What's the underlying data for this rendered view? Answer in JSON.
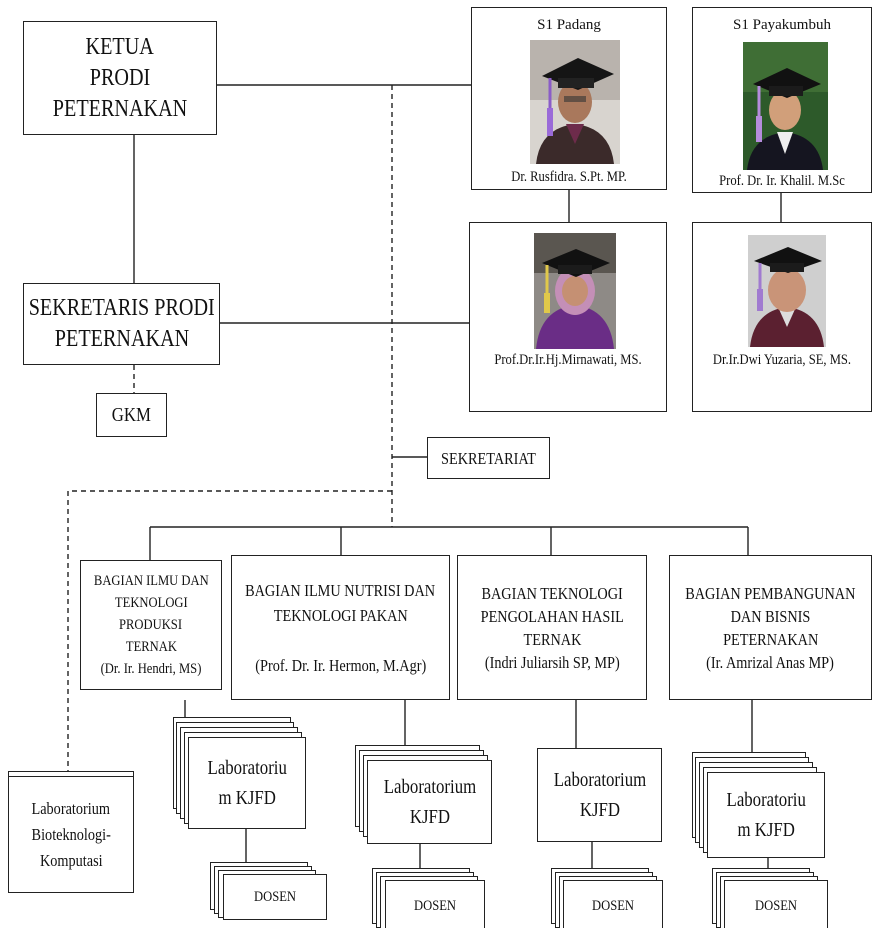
{
  "ketua": {
    "lines": [
      "KETUA",
      "PRODI",
      "PETERNAKAN"
    ]
  },
  "sekretaris": {
    "lines": [
      "SEKRETARIS PRODI",
      "PETERNAKAN"
    ]
  },
  "gkm": {
    "label": "GKM"
  },
  "sekretariat": {
    "label": "SEKRETARIAT"
  },
  "people": [
    {
      "title": "S1 Padang",
      "name": "Dr. Rusfidra. S.Pt. MP."
    },
    {
      "title": "S1 Payakumbuh",
      "name": "Prof. Dr. Ir. Khalil. M.Sc"
    },
    {
      "title": "",
      "name": "Prof.Dr.Ir.Hj.Mirnawati, MS."
    },
    {
      "title": "",
      "name": "Dr.Ir.Dwi Yuzaria, SE, MS."
    }
  ],
  "divisions": [
    {
      "lines": [
        "BAGIAN ILMU DAN",
        "TEKNOLOGI",
        "PRODUKSI",
        "TERNAK",
        "(Dr. Ir. Hendri, MS)"
      ]
    },
    {
      "lines": [
        "BAGIAN ILMU NUTRISI DAN",
        "TEKNOLOGI PAKAN",
        "",
        "(Prof. Dr. Ir. Hermon, M.Agr)"
      ]
    },
    {
      "lines": [
        "BAGIAN TEKNOLOGI",
        "PENGOLAHAN HASIL",
        "TERNAK",
        "(Indri Juliarsih SP, MP)"
      ]
    },
    {
      "lines": [
        "BAGIAN PEMBANGUNAN",
        "DAN BISNIS",
        "PETERNAKAN",
        "(Ir. Amrizal Anas MP)"
      ]
    }
  ],
  "lab_bioteknologi": {
    "lines": [
      "Laboratorium",
      "Bioteknologi-",
      "Komputasi"
    ]
  },
  "labs": [
    {
      "lines": [
        "Laboratoriu",
        "m KJFD"
      ]
    },
    {
      "lines": [
        "Laboratorium",
        "KJFD"
      ]
    },
    {
      "lines": [
        "Laboratorium",
        "KJFD"
      ]
    },
    {
      "lines": [
        "Laboratoriu",
        "m KJFD"
      ]
    }
  ],
  "dosen": [
    {
      "label": "DOSEN"
    },
    {
      "label": "DOSEN"
    },
    {
      "label": "DOSEN"
    },
    {
      "label": "DOSEN"
    }
  ]
}
